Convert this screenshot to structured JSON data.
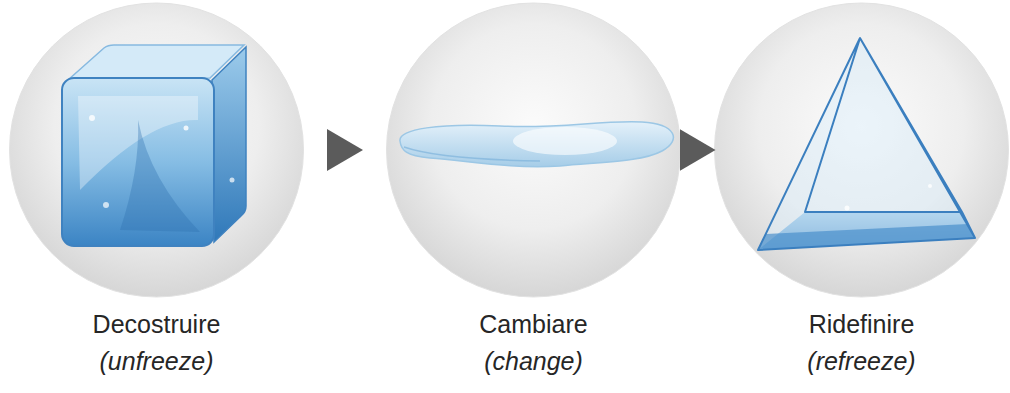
{
  "diagram": {
    "nodes": [
      {
        "text": [
          "Decostruire",
          "(unfreeze)"
        ]
      },
      {
        "text": [
          "Cambiare",
          "(change)"
        ]
      },
      {
        "text": [
          "Ridefinire",
          "(refreeze)"
        ]
      }
    ],
    "edges": [
      {
        "from": 0,
        "to": 1,
        "arrow": "to"
      },
      {
        "from": 1,
        "to": 2,
        "arrow": "to"
      }
    ]
  }
}
